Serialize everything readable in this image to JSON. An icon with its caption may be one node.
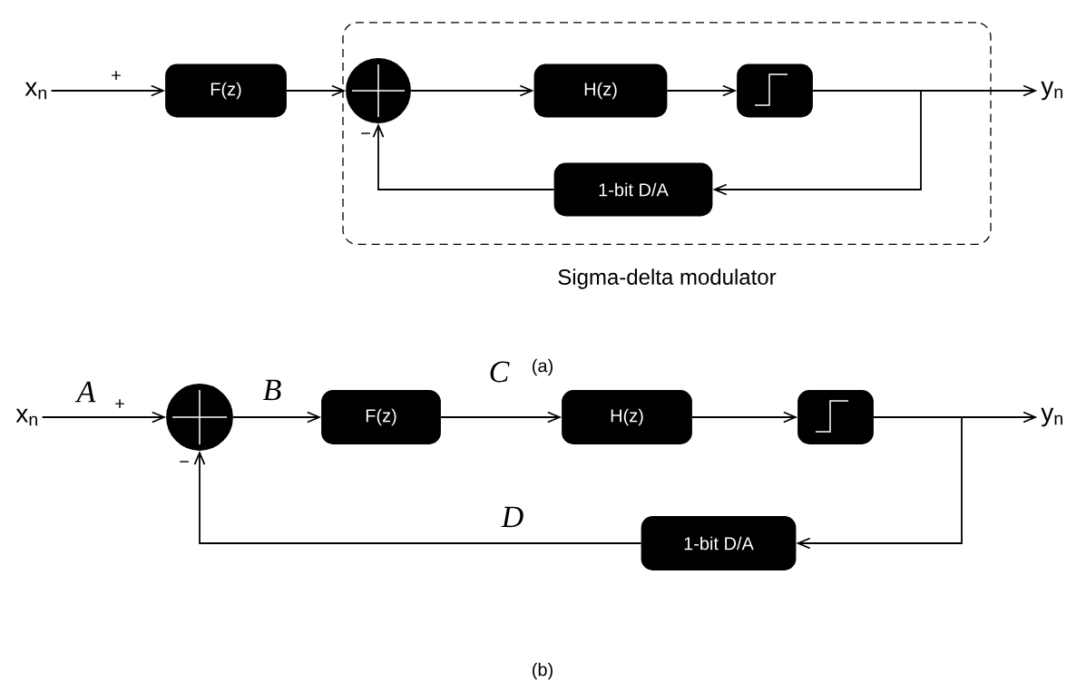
{
  "diagram": {
    "nodes": [
      {
        "text": [
          "x$_{n}$"
        ]
      },
      {
        "text": [
          "F(z)"
        ]
      },
      {
        "text": [
          "Sigma-delta modulator"
        ]
      },
      {
        "text": [],
        "shape": "circle",
        "in": 2
      },
      {
        "text": [
          "H(z)"
        ],
        "in": 2
      },
      {
        "text": [],
        "shape": "box",
        "in": 2
      },
      {
        "text": [
          "1-bit D/A"
        ],
        "in": 2
      },
      {
        "text": [
          "y$_{n}$"
        ]
      },
      {
        "text": [
          "x$_{n}$"
        ]
      },
      {
        "text": [],
        "shape": "circle"
      },
      {
        "text": [
          "F(z)"
        ]
      },
      {
        "text": [
          "H(z)"
        ]
      },
      {
        "text": [],
        "shape": "box"
      },
      {
        "text": [
          "1-bit D/A"
        ]
      },
      {
        "text": [
          "y$_{n}$"
        ]
      }
    ],
    "edges": [
      {
        "from": 0,
        "to": 1,
        "arrow": "to"
      },
      {
        "from": 1,
        "to": 3,
        "arrow": "to"
      },
      {
        "from": 3,
        "to": 4,
        "arrow": "to"
      },
      {
        "from": 4,
        "to": 5,
        "arrow": "to"
      },
      {
        "from": 5,
        "to": 7,
        "arrow": "to"
      },
      {
        "from": 5,
        "to": 6,
        "arrow": "to"
      },
      {
        "from": 6,
        "to": 3,
        "arrow": "to"
      },
      {
        "from": 8,
        "to": 9,
        "arrow": "to",
        "label": "A"
      },
      {
        "from": 9,
        "to": 10,
        "arrow": "to",
        "label": "B"
      },
      {
        "from": 10,
        "to": 11,
        "arrow": "to",
        "label": "C"
      },
      {
        "from": 11,
        "to": 12,
        "arrow": "to"
      },
      {
        "from": 12,
        "to": 14,
        "arrow": "to"
      },
      {
        "from": 12,
        "to": 13,
        "arrow": "to"
      },
      {
        "from": 13,
        "to": 9,
        "arrow": "to",
        "label": "D"
      }
    ],
    "labels": [
      "+",
      "−",
      "(a)",
      "+",
      "−",
      "(b)"
    ]
  }
}
